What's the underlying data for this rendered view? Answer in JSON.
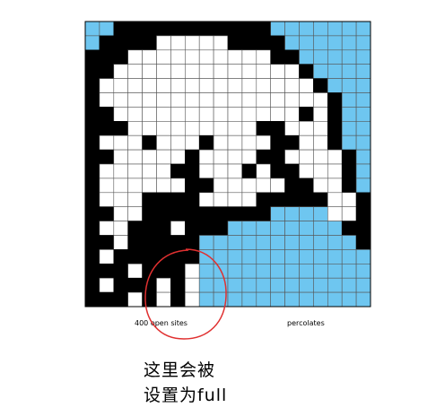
{
  "title": "",
  "status": {
    "open_sites_text": "400 open sites",
    "result_text": "percolates"
  },
  "annotation": {
    "line1": "这里会被",
    "line2": "设置为full",
    "color": "#e03030"
  },
  "grid": {
    "size": 20,
    "colors": {
      "blocked": "#000000",
      "open": "#ffffff",
      "full": "#6ec6f0",
      "line": "#555555"
    },
    "legend": "0 = blocked, 1 = open (empty), 2 = full (water)",
    "rows": [
      "22000000000002222222",
      "20000111110000222222",
      "00011111111110022222",
      "00111111111111102222",
      "01111111111111110222",
      "01111111111111111022",
      "00111111111111101022",
      "00011111111100111022",
      "01110111011110011022",
      "00111110111100111102",
      "01111100111010011102",
      "01111110011111001102",
      "01110000111100000110",
      "00110000000002222110",
      "01100010002222222200",
      "00100000222222222220",
      "01000000222222222222",
      "00010001222222222222",
      "01000101222222222222",
      "00010101222222222222"
    ]
  }
}
